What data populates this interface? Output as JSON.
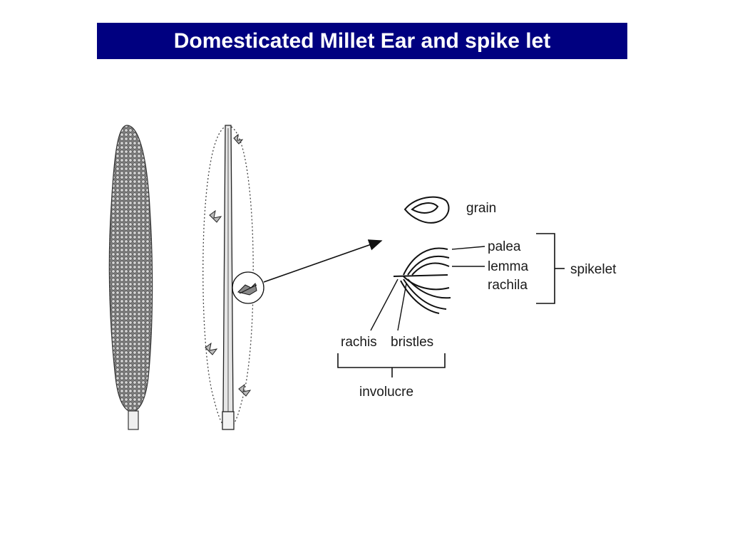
{
  "slide": {
    "title": "Domesticated Millet Ear and spike let"
  },
  "diagram": {
    "labels": {
      "grain": "grain",
      "palea": "palea",
      "lemma": "lemma",
      "rachila": "rachila",
      "spikelet": "spikelet",
      "rachis": "rachis",
      "bristles": "bristles",
      "involucre": "involucre"
    }
  }
}
